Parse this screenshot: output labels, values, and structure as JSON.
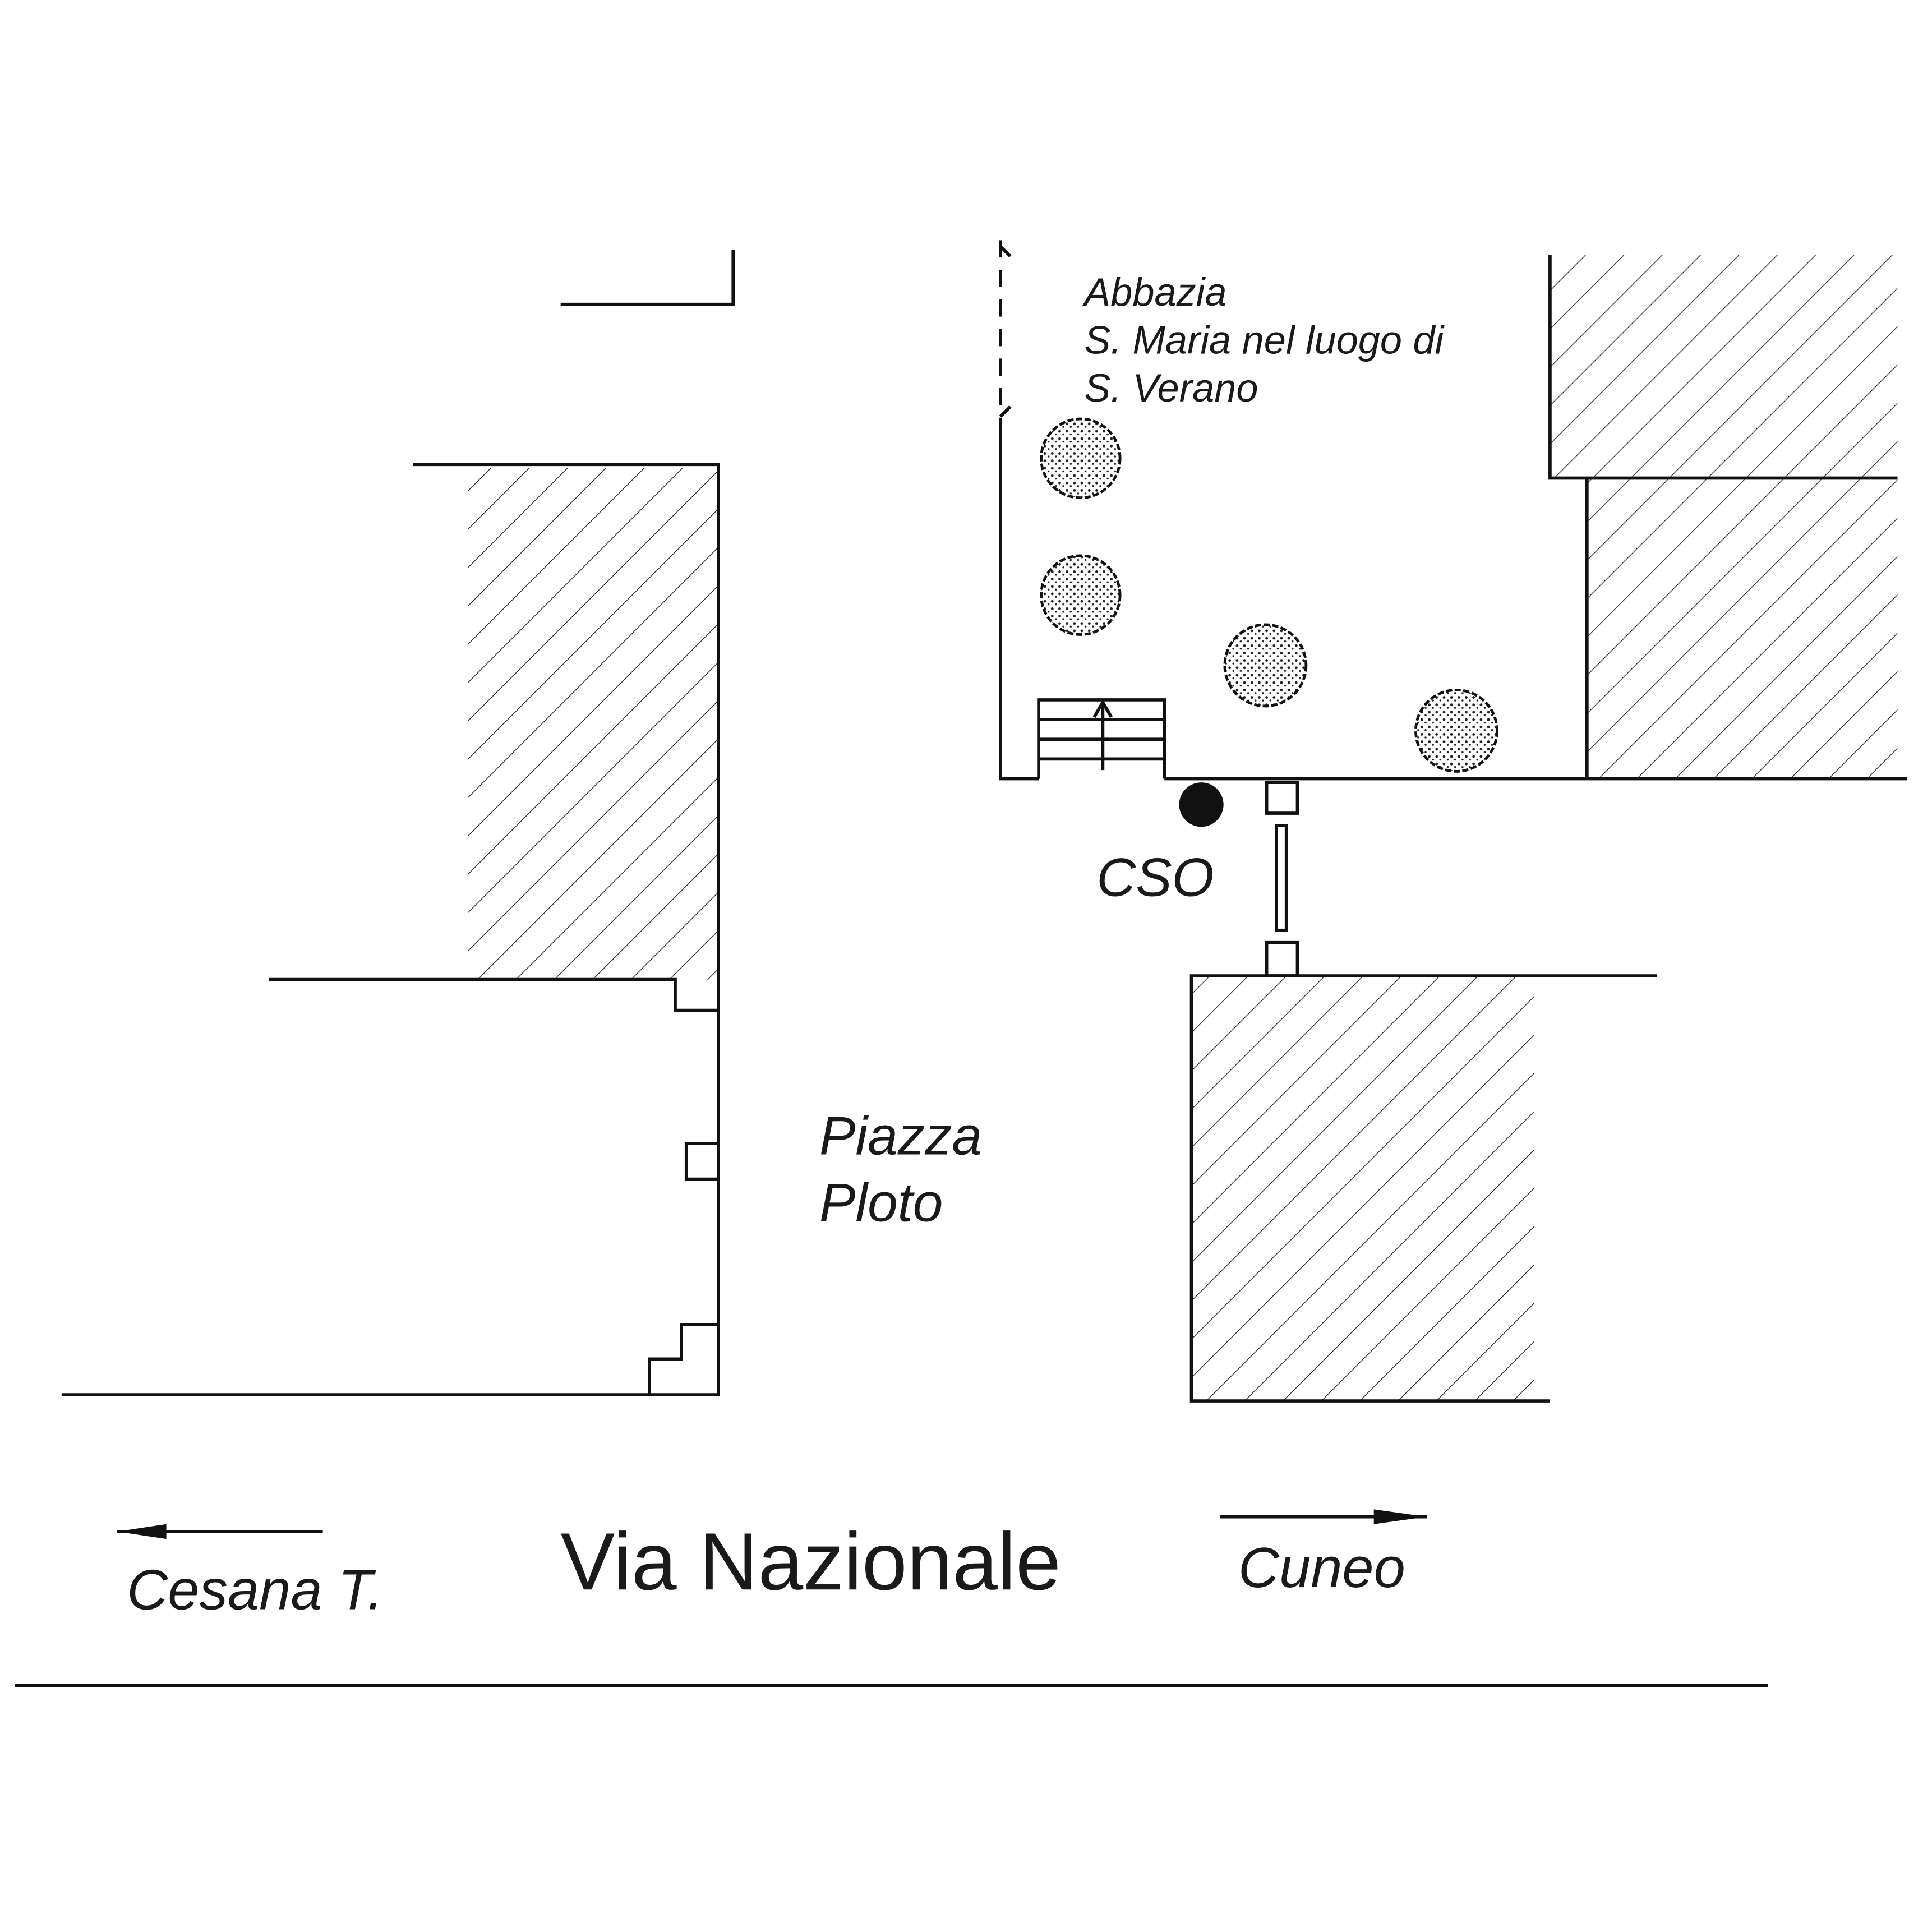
{
  "labels": {
    "abbey_line1": "Abbazia",
    "abbey_line2": "S. Maria nel luogo di",
    "abbey_line3": "S. Verano",
    "square_line1": "Piazza",
    "square_line2": "Ploto",
    "marker": "CSO",
    "street": "Via Nazionale",
    "direction_left": "Cesana T.",
    "direction_right": "Cuneo"
  },
  "colors": {
    "ink": "#111111",
    "background": "#ffffff"
  },
  "icons": {
    "marker": "filled-circle",
    "tree": "tree-canopy",
    "stairs": "stairs-with-up-arrow"
  }
}
